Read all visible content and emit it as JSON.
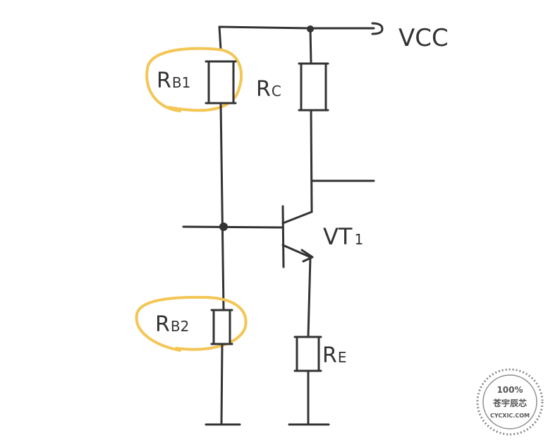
{
  "circuit": {
    "labels": {
      "vcc": "VCC",
      "rb1_main": "R",
      "rb1_sub": "B1",
      "rc_main": "R",
      "rc_sub": "C",
      "vt1_main": "VT",
      "vt1_sub": "1",
      "rb2_main": "R",
      "rb2_sub": "B2",
      "re_main": "R",
      "re_sub": "E"
    },
    "colors": {
      "ink": "#333333",
      "highlight": "#f3c655",
      "background": "#ffffff"
    },
    "highlighted_components": [
      "R_B1",
      "R_B2"
    ]
  },
  "watermark": {
    "top_text": "100%",
    "middle_text": "苍宇辰芯",
    "bottom_text": "CYCXIC.COM"
  }
}
